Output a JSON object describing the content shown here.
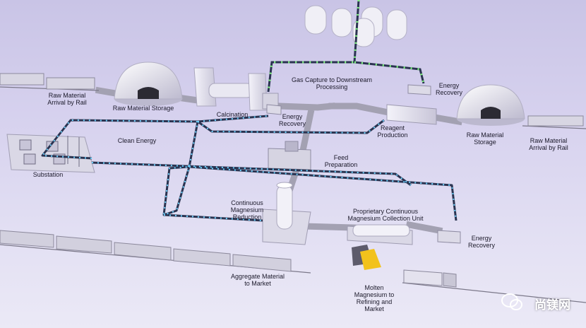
{
  "labels": {
    "raw_rail_left": "Raw Material\nArrival by Rail",
    "raw_storage_left": "Raw Material Storage",
    "calcination": "Calcination",
    "energy_recovery_mid": "Energy\nRecovery",
    "gas_capture": "Gas Capture to Downstream\nProcessing",
    "energy_recovery_top": "Energy\nRecovery",
    "raw_storage_right": "Raw Material\nStorage",
    "raw_rail_right": "Raw Material\nArrival by Rail",
    "reagent_production": "Reagent\nProduction",
    "clean_energy": "Clean Energy",
    "substation": "Substation",
    "feed_preparation": "Feed\nPreparation",
    "continuous_reduction": "Continuous\nMagnesium\nReduction",
    "collection_unit": "Proprietary Continuous\nMagnesium Collection Unit",
    "energy_recovery_right": "Energy\nRecovery",
    "aggregate_material": "Aggregate Material\nto Market",
    "molten_magnesium": "Molten\nMagnesium to\nRefining and\nMarket"
  },
  "watermark": "尚镁网",
  "colors": {
    "background": "#d6d1ee",
    "ground": "#e4e1f2",
    "conveyor": "#9a98a8",
    "power_line": "#2a3350",
    "power_glow": "#6ed3ff",
    "gas_line": "#7ef07e",
    "molten": "#f2c21c"
  }
}
